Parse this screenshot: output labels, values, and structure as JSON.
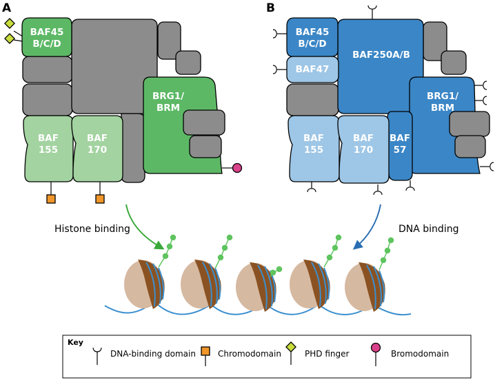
{
  "panels": [
    {
      "letter": "A",
      "subunits": [
        "BAF45",
        "B/C/D",
        "BAF",
        "155",
        "BAF",
        "170",
        "BRG1/",
        "BRM"
      ],
      "caption": "Histone binding"
    },
    {
      "letter": "B",
      "subunits": [
        "BAF45",
        "B/C/D",
        "BAF47",
        "BAF250A/B",
        "BRG1/",
        "BRM",
        "BAF",
        "155",
        "BAF",
        "170",
        "BAF",
        "57"
      ],
      "caption": "DNA binding"
    }
  ],
  "key": {
    "title": "Key",
    "items": [
      {
        "label": "DNA-binding domain",
        "icon": "dna-binding-domain-icon"
      },
      {
        "label": "Chromodomain",
        "icon": "chromodomain-icon"
      },
      {
        "label": "PHD finger",
        "icon": "phd-finger-icon"
      },
      {
        "label": "Bromodomain",
        "icon": "bromodomain-icon"
      }
    ]
  },
  "colors": {
    "green_dark": "#5db866",
    "green_light": "#a3d3a0",
    "blue_dark": "#3b86c6",
    "blue_mid": "#5b9dd3",
    "blue_light": "#9ec6e6",
    "gray": "#8c8c8c",
    "chromodomain": "#f0962a",
    "phd_finger": "#c8dc3c",
    "bromodomain": "#d9418a",
    "nucleosome": "#d6b9a1",
    "dna": "#3b8fcf",
    "histone_tail": "#5fc45f"
  }
}
